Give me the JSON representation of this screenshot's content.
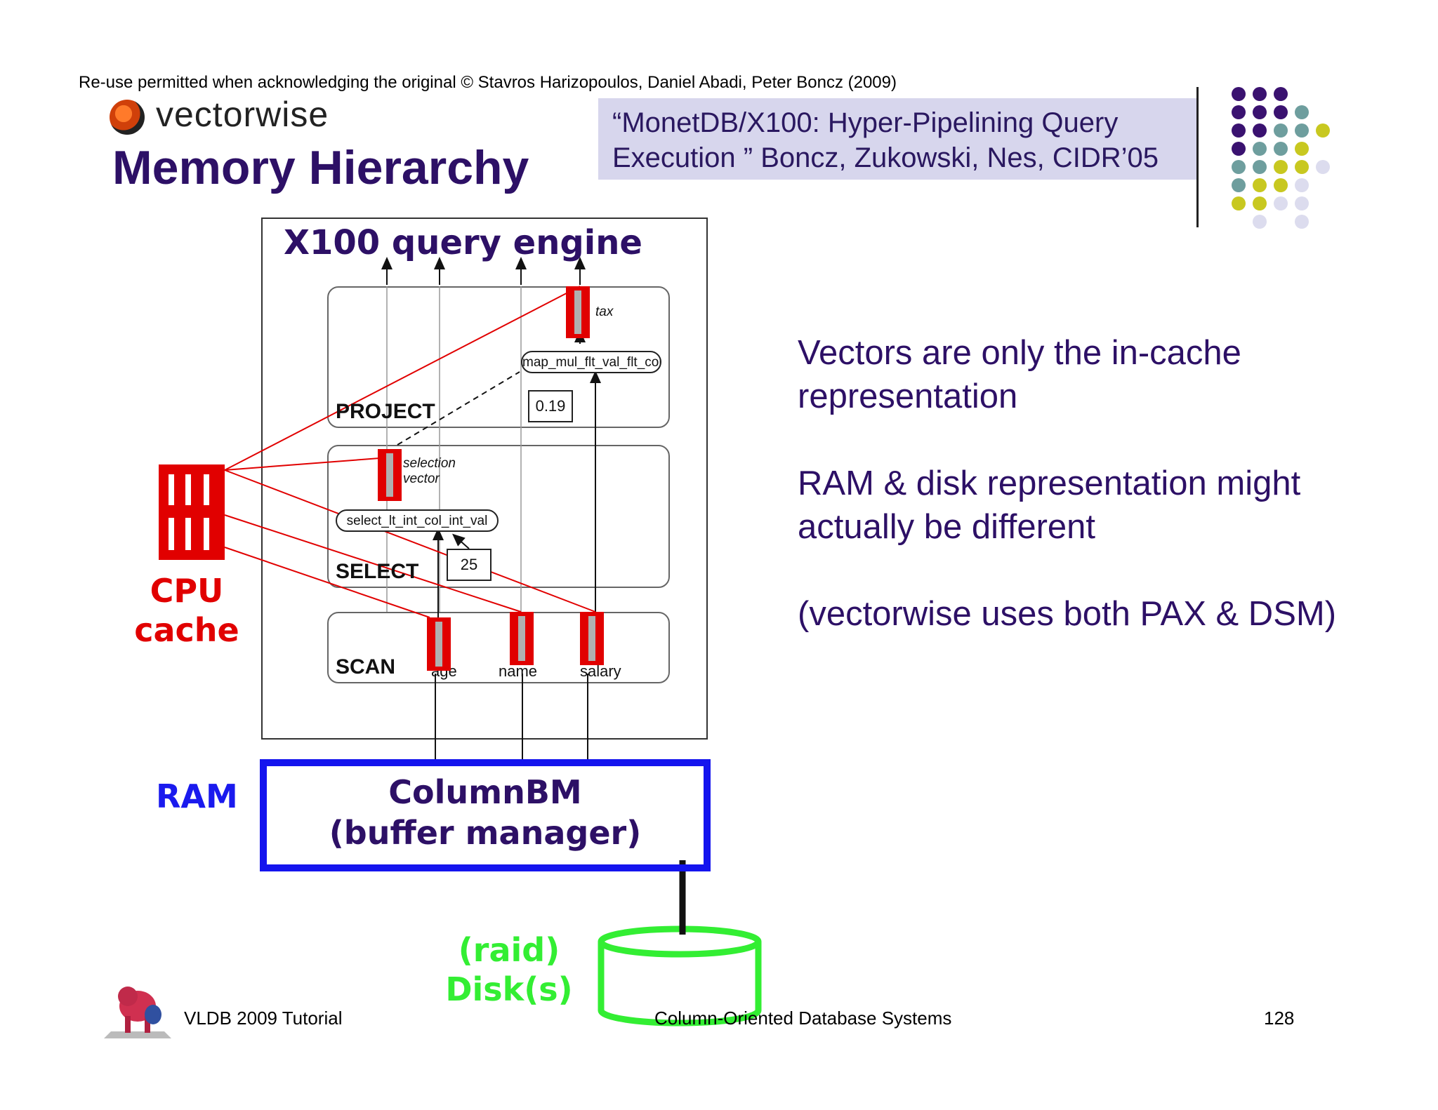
{
  "header": {
    "copyright": "Re-use permitted when acknowledging the original © Stavros Harizopoulos, Daniel Abadi, Peter Boncz (2009)",
    "logo_text": "vectorwise",
    "title": "Memory Hierarchy",
    "reference": "“MonetDB/X100: Hyper-Pipelining Query Execution ” Boncz, Zukowski, Nes, CIDR’05"
  },
  "diagram": {
    "engine_title": "X100 query engine",
    "operators": {
      "project": "PROJECT",
      "select": "SELECT",
      "scan": "SCAN"
    },
    "functions": {
      "map": "map_mul_flt_val_flt_col",
      "select": "select_lt_int_col_int_val"
    },
    "constants": {
      "project": "0.19",
      "select": "25"
    },
    "labels": {
      "tax": "tax",
      "selection_vector": "selection\nvector"
    },
    "columns": [
      "age",
      "name",
      "salary"
    ],
    "cpu_cache": "CPU\ncache",
    "ram": "RAM",
    "buffer_manager": "ColumnBM\n(buffer manager)",
    "disk": "(raid)\nDisk(s)"
  },
  "bullets": [
    "Vectors are only the in-cache representation",
    "RAM & disk representation might actually be different",
    "(vectorwise uses both PAX & DSM)"
  ],
  "footer": {
    "left": "VLDB 2009 Tutorial",
    "center": "Column-Oriented Database Systems",
    "page": "128"
  },
  "colors": {
    "title": "#2d1066",
    "cpu": "#e10000",
    "ram": "#1414ee",
    "disk": "#33ee33",
    "ref_box": "#d7d6ed"
  }
}
